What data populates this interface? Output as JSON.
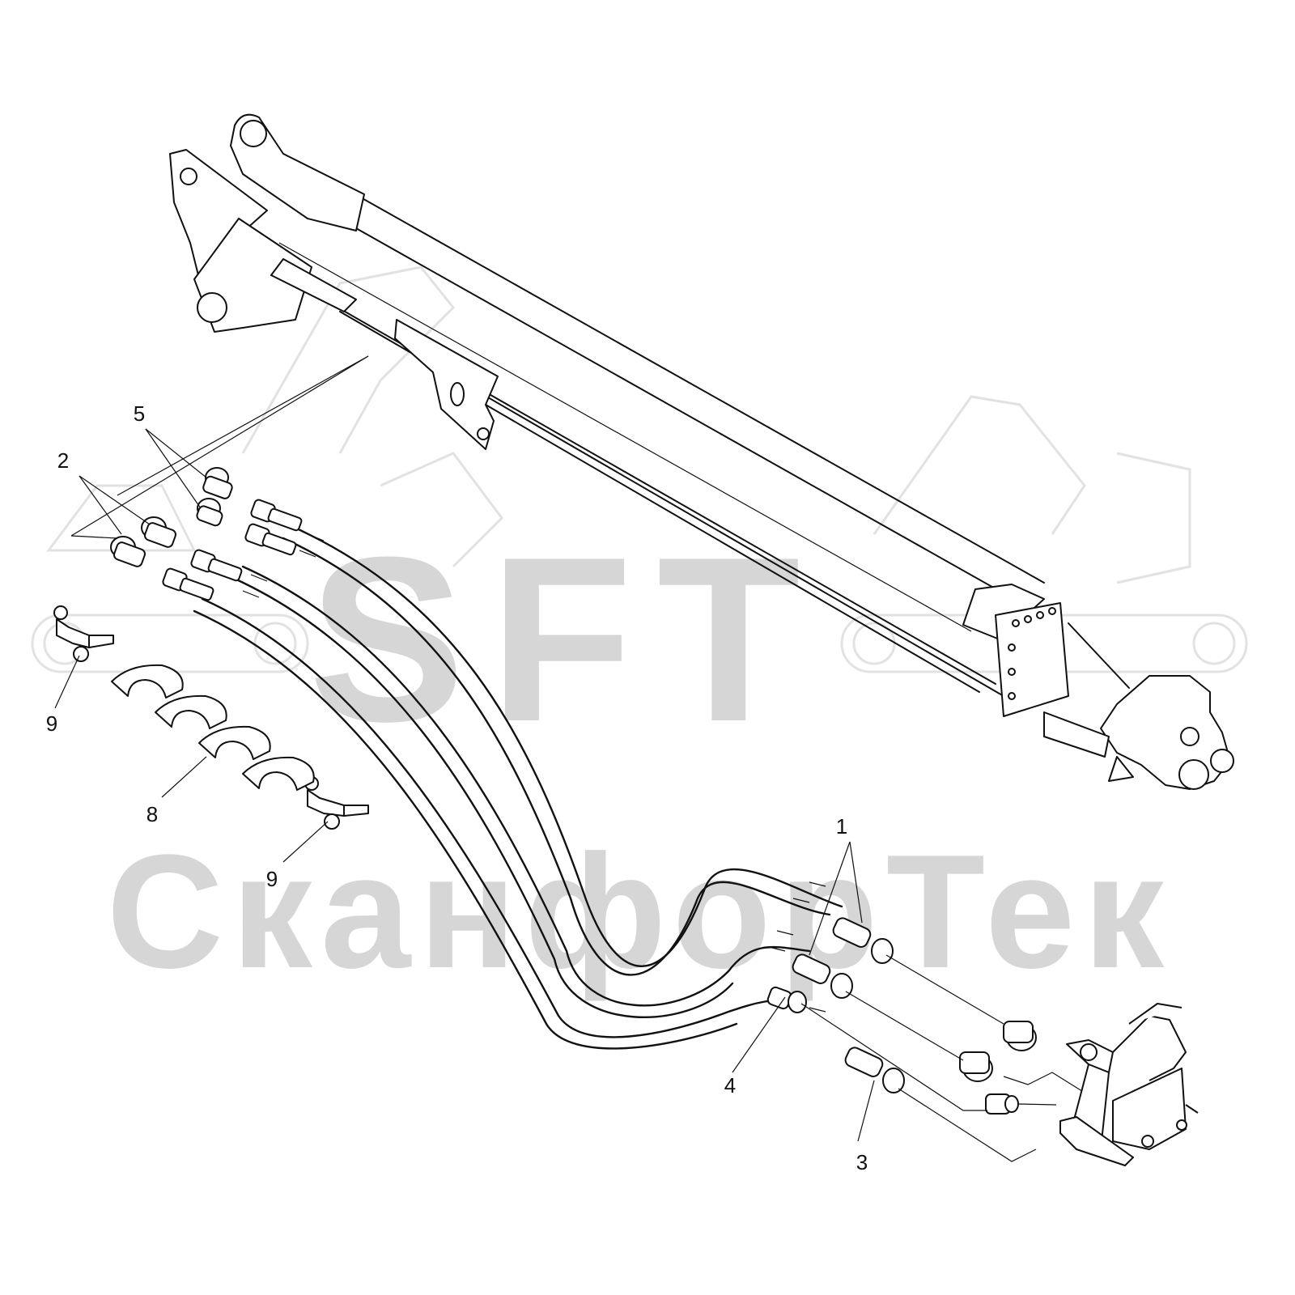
{
  "watermark": {
    "logo_text": "SFT",
    "company_text": "СканфорТек"
  },
  "callouts": [
    {
      "id": "c1",
      "text": "1"
    },
    {
      "id": "c2",
      "text": "2"
    },
    {
      "id": "c3",
      "text": "3"
    },
    {
      "id": "c4",
      "text": "4"
    },
    {
      "id": "c5",
      "text": "5"
    },
    {
      "id": "c8",
      "text": "8"
    },
    {
      "id": "c9a",
      "text": "9"
    },
    {
      "id": "c9b",
      "text": "9"
    }
  ],
  "colors": {
    "line": "#111111",
    "watermark": "#d6d6d6",
    "background": "#ffffff"
  }
}
